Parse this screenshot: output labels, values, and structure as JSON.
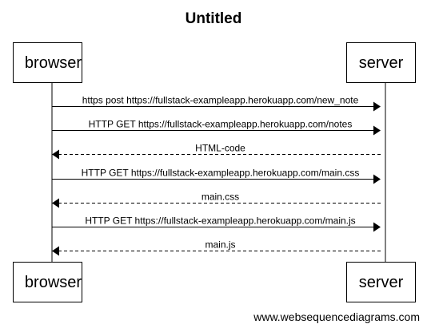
{
  "diagram": {
    "title": "Untitled",
    "footer": "www.websequencediagrams.com",
    "participants": [
      {
        "id": "browser",
        "label": "browser"
      },
      {
        "id": "server",
        "label": "server"
      }
    ],
    "messages": [
      {
        "from": "browser",
        "to": "server",
        "label": "https post https://fullstack-exampleapp.herokuapp.com/new_note",
        "style": "solid"
      },
      {
        "from": "browser",
        "to": "server",
        "label": "HTTP GET https://fullstack-exampleapp.herokuapp.com/notes",
        "style": "solid"
      },
      {
        "from": "server",
        "to": "browser",
        "label": "HTML-code",
        "style": "dashed"
      },
      {
        "from": "browser",
        "to": "server",
        "label": "HTTP GET https://fullstack-exampleapp.herokuapp.com/main.css",
        "style": "solid"
      },
      {
        "from": "server",
        "to": "browser",
        "label": "main.css",
        "style": "dashed"
      },
      {
        "from": "browser",
        "to": "server",
        "label": "HTTP GET https://fullstack-exampleapp.herokuapp.com/main.js",
        "style": "solid"
      },
      {
        "from": "server",
        "to": "browser",
        "label": "main.js",
        "style": "dashed"
      }
    ]
  }
}
